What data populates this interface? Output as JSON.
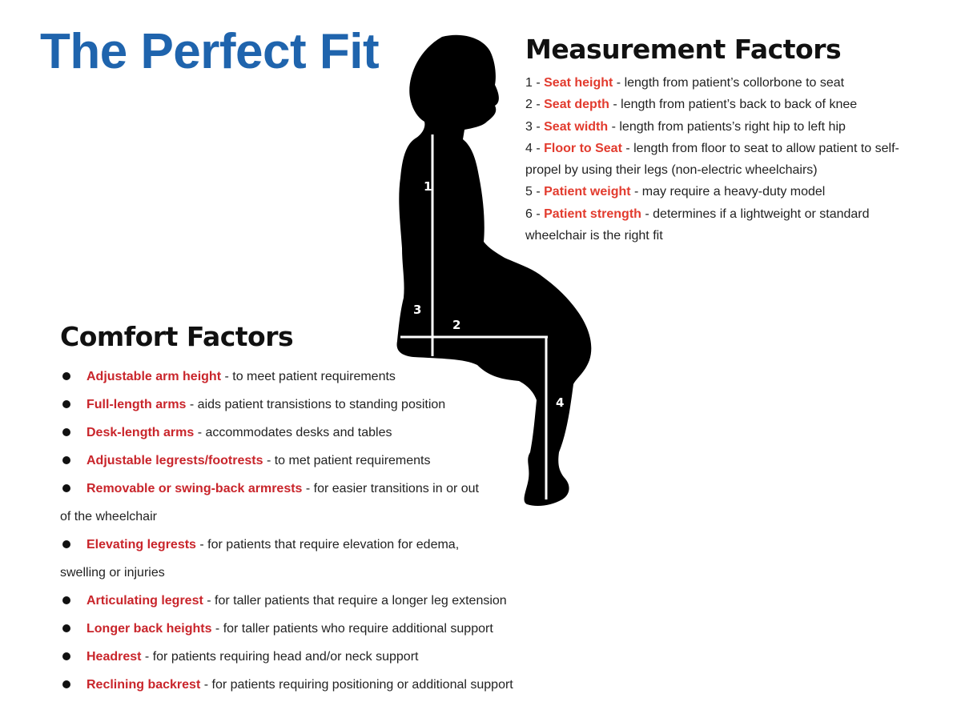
{
  "title": "The Perfect Fit",
  "measurement": {
    "heading": "Measurement Factors",
    "items": [
      {
        "num": "1",
        "name": "Seat height",
        "desc": " - length from patient’s collorbone to seat"
      },
      {
        "num": "2",
        "name": "Seat depth",
        "desc": " - length from patient’s back to back of knee"
      },
      {
        "num": "3",
        "name": "Seat width",
        "desc": " - length from patients’s right hip to left hip"
      },
      {
        "num": "4",
        "name": "Floor to Seat",
        "desc": " - length from floor to seat to allow patient to self-propel by using their legs (non-electric wheelchairs)"
      },
      {
        "num": "5",
        "name": "Patient weight",
        "desc": " - may require a heavy-duty model"
      },
      {
        "num": "6",
        "name": "Patient strength",
        "desc": " - determines if a lightweight or standard wheelchair is the right fit"
      }
    ]
  },
  "comfort": {
    "heading": "Comfort Factors",
    "items": [
      {
        "name": "Adjustable arm height",
        "desc": " - to meet patient requirements"
      },
      {
        "name": "Full-length arms",
        "desc": " - aids patient transistions to standing position"
      },
      {
        "name": "Desk-length arms",
        "desc": " - accommodates desks and tables"
      },
      {
        "name": "Adjustable legrests/footrests",
        "desc": " - to met patient requirements"
      },
      {
        "name": "Removable or swing-back armrests",
        "desc": " - for easier transitions in or out",
        "cont": "of the wheelchair"
      },
      {
        "name": "Elevating legrests",
        "desc": " - for patients that require elevation for edema,",
        "cont": "swelling or injuries"
      },
      {
        "name": "Articulating legrest",
        "desc": " - for taller patients that require a longer leg extension"
      },
      {
        "name": "Longer back heights",
        "desc": " - for taller patients who require additional support"
      },
      {
        "name": "Headrest",
        "desc": " - for patients requiring head and/or neck support"
      },
      {
        "name": "Reclining backrest",
        "desc": " - for patients requiring positioning or additional support"
      }
    ]
  },
  "figure": {
    "labels": {
      "one": "1",
      "two": "2",
      "three": "3",
      "four": "4"
    },
    "colors": {
      "silhouette": "#000000",
      "lines": "#ffffff"
    }
  },
  "colors": {
    "title": "#1f64ad",
    "measurement_highlight": "#e23b2e",
    "comfort_highlight": "#c9252b"
  }
}
